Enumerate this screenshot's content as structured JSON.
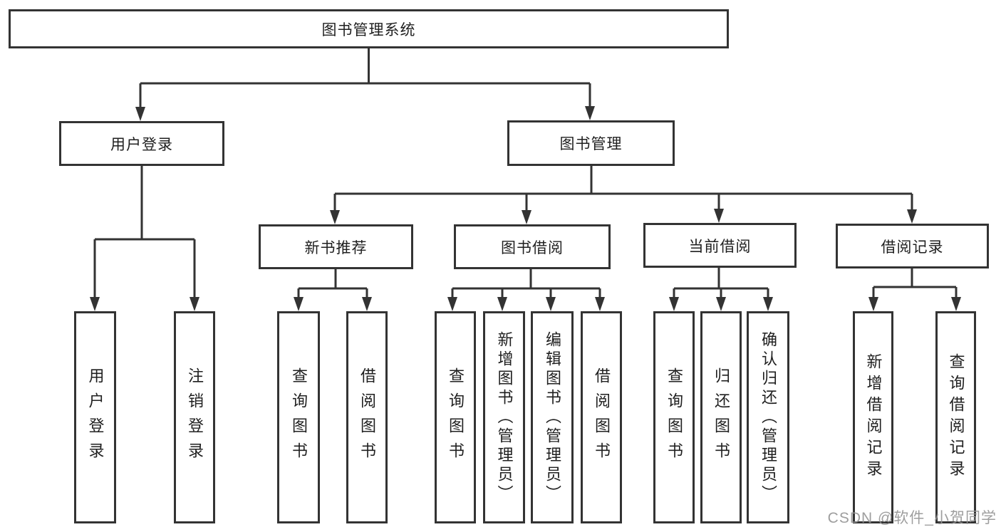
{
  "diagram_title": "图书管理系统",
  "nodes": {
    "root": "图书管理系统",
    "user_login": "用户登录",
    "book_management": "图书管理",
    "new_book_recommend": "新书推荐",
    "book_borrowing": "图书借阅",
    "current_borrowing": "当前借阅",
    "borrow_records": "借阅记录",
    "leaf_user_login": "用户登录",
    "leaf_logout": "注销登录",
    "leaf_nbr_query_books": "查询图书",
    "leaf_nbr_borrow_books": "借阅图书",
    "leaf_bb_query_books": "查询图书",
    "leaf_bb_add_books": "新增图书（管理员）",
    "leaf_bb_edit_books": "编辑图书（管理员）",
    "leaf_bb_borrow_books": "借阅图书",
    "leaf_cb_query_books": "查询图书",
    "leaf_cb_return_books": "归还图书",
    "leaf_cb_confirm_return": "确认归还（管理员）",
    "leaf_br_add_record": "新增借阅记录",
    "leaf_br_query_record": "查询借阅记录"
  },
  "hierarchy": {
    "图书管理系统": {
      "用户登录": [
        "用户登录",
        "注销登录"
      ],
      "图书管理": {
        "新书推荐": [
          "查询图书",
          "借阅图书"
        ],
        "图书借阅": [
          "查询图书",
          "新增图书（管理员）",
          "编辑图书（管理员）",
          "借阅图书"
        ],
        "当前借阅": [
          "查询图书",
          "归还图书",
          "确认归还（管理员）"
        ],
        "借阅记录": [
          "新增借阅记录",
          "查询借阅记录"
        ]
      }
    }
  },
  "watermark": "CSDN @软件_小贺同学",
  "colors": {
    "line": "#333333",
    "box_border": "#333333",
    "text": "#1f1f1f",
    "watermark": "#949494",
    "background": "#ffffff"
  }
}
